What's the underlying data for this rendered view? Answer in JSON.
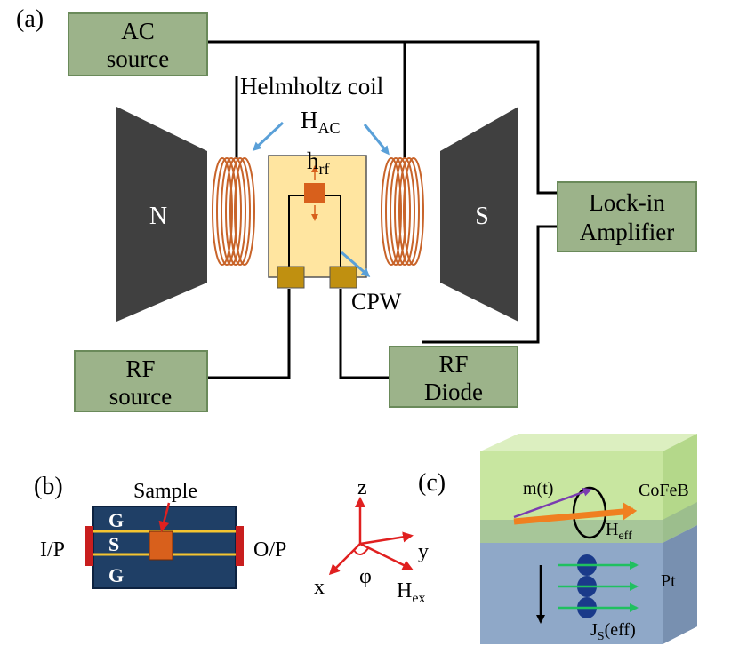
{
  "panel_a": {
    "label": "(a)",
    "ac_source": [
      "AC",
      "source"
    ],
    "rf_source": [
      "RF",
      "source"
    ],
    "rf_diode": [
      "RF",
      "Diode"
    ],
    "lockin": [
      "Lock-in",
      "Amplifier"
    ],
    "magnet_n": "N",
    "magnet_s": "S",
    "helmholtz": "Helmholtz coil",
    "hac_main": "H",
    "hac_sub": "AC",
    "hrf_main": "h",
    "hrf_sub": "rf",
    "cpw": "CPW"
  },
  "panel_b": {
    "label": "(b)",
    "sample": "Sample",
    "input": "I/P",
    "output": "O/P",
    "g_top": "G",
    "s_mid": "S",
    "g_bot": "G",
    "axis_z": "z",
    "axis_y": "y",
    "axis_x": "x",
    "phi": "φ",
    "hex_main": "H",
    "hex_sub": "ex"
  },
  "panel_c": {
    "label": "(c)",
    "cofeb": "CoFeB",
    "pt": "Pt",
    "mt": "m(t)",
    "heff_main": "H",
    "heff_sub": "eff",
    "js_main": "J",
    "js_sub": "S",
    "js_suffix": "(eff)"
  },
  "colors": {
    "box_fill": "#9cb38a",
    "magnet": "#404040",
    "coil": "#c8642a",
    "cpw_board": "#ffe5a0",
    "pad": "#c09010",
    "sample": "#d8601c",
    "arrow_blue": "#5aa0d8",
    "cpw_dark": "#1f3f66",
    "strip": "#f4c430",
    "port": "#c81e1e",
    "cofeb_layer": "#c8e6a0",
    "pt_layer": "#8fa8c8",
    "mag_purple": "#7a3cb0",
    "mag_orange": "#f08020",
    "spin_green": "#20c060",
    "spin_blue": "#1a3a8a"
  }
}
